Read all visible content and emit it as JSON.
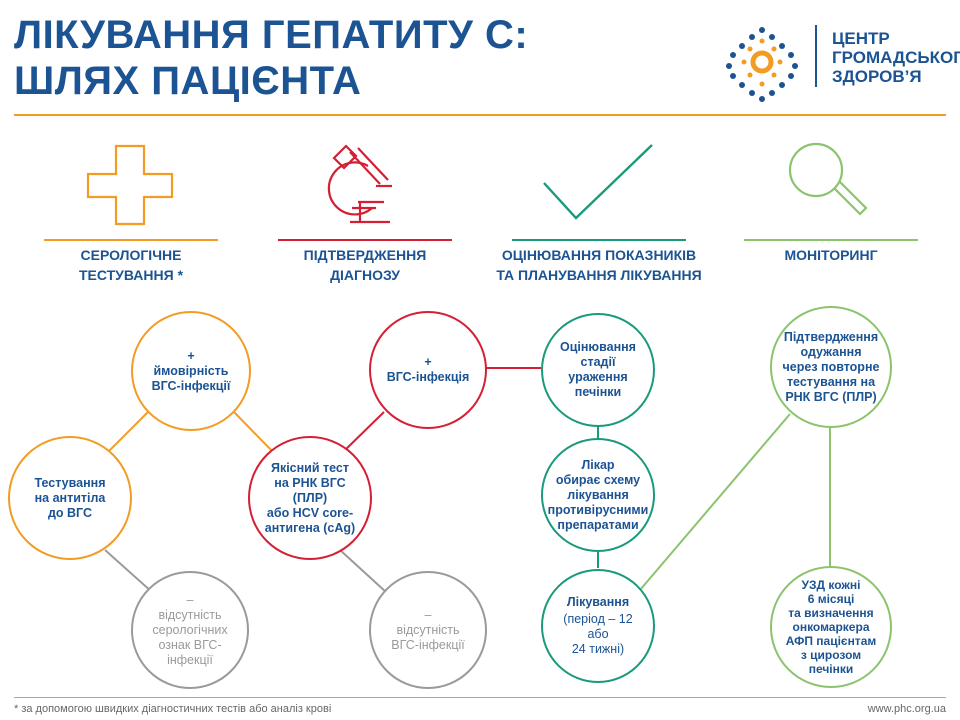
{
  "header": {
    "title_line1": "ЛІКУВАННЯ ГЕПАТИТУ С:",
    "title_line2": "ШЛЯХ ПАЦІЄНТА",
    "org_line1": "ЦЕНТР",
    "org_line2": "ГРОМАДСЬКОГО",
    "org_line3": "ЗДОРОВ’Я"
  },
  "stages": [
    {
      "line1": "СЕРОЛОГІЧНЕ",
      "line2": "ТЕСТУВАННЯ *",
      "icon": "cross-icon",
      "color": "#f39c24"
    },
    {
      "line1": "ПІДТВЕРДЖЕННЯ",
      "line2": "ДІАГНОЗУ",
      "icon": "microscope-icon",
      "color": "#d51f35"
    },
    {
      "line1": "ОЦІНЮВАННЯ ПОКАЗНИКІВ",
      "line2": "ТА ПЛАНУВАННЯ ЛІКУВАННЯ",
      "icon": "checkmark-icon",
      "color": "#1a9a7c"
    },
    {
      "line1": "МОНІТОРИНГ",
      "line2": "",
      "icon": "magnifier-icon",
      "color": "#8cc36e"
    }
  ],
  "nodes": {
    "probability": "+\nймовірність\nВГС-інфекції",
    "antibody_test": "Тестування\nна антитіла\nдо ВГС",
    "no_serology": "–\nвідсутність\nсерологічних\nознак ВГС-\nінфекції",
    "hcv_infection": "+\nВГС-інфекція",
    "qualitative_test": "Якісний тест\nна РНК ВГС (ПЛР)\nабо HCV core-\nантигена (cAg)",
    "no_infection": "–\nвідсутність\nВГС-інфекції",
    "liver_stage": "Оцінювання\nстадії ураження\nпечінки",
    "doctor_regimen": "Лікар\nобирає схему\nлікування\nпротивірусними\nпрепаратами",
    "treatment": "Лікування",
    "treatment_period": "(період – 12 або\n24 тижні)",
    "cure_confirm": "Підтвердження\nодужання\nчерез повторне\nтестування на\nРНК ВГС (ПЛР)",
    "ultrasound": "УЗД кожні\n6 місяці\nта визначення\nонкомаркера\nАФП пацієнтам\nз цирозом\nпечінки"
  },
  "footer": {
    "footnote": "* за допомогою швидких діагностичних тестів або аналіз крові",
    "url": "www.phc.org.ua"
  },
  "colors": {
    "brand_blue": "#1c5393",
    "orange": "#f39c24",
    "red": "#d51f35",
    "teal": "#1a9a7c",
    "green": "#8cc36e",
    "grey": "#9a9a9a"
  }
}
